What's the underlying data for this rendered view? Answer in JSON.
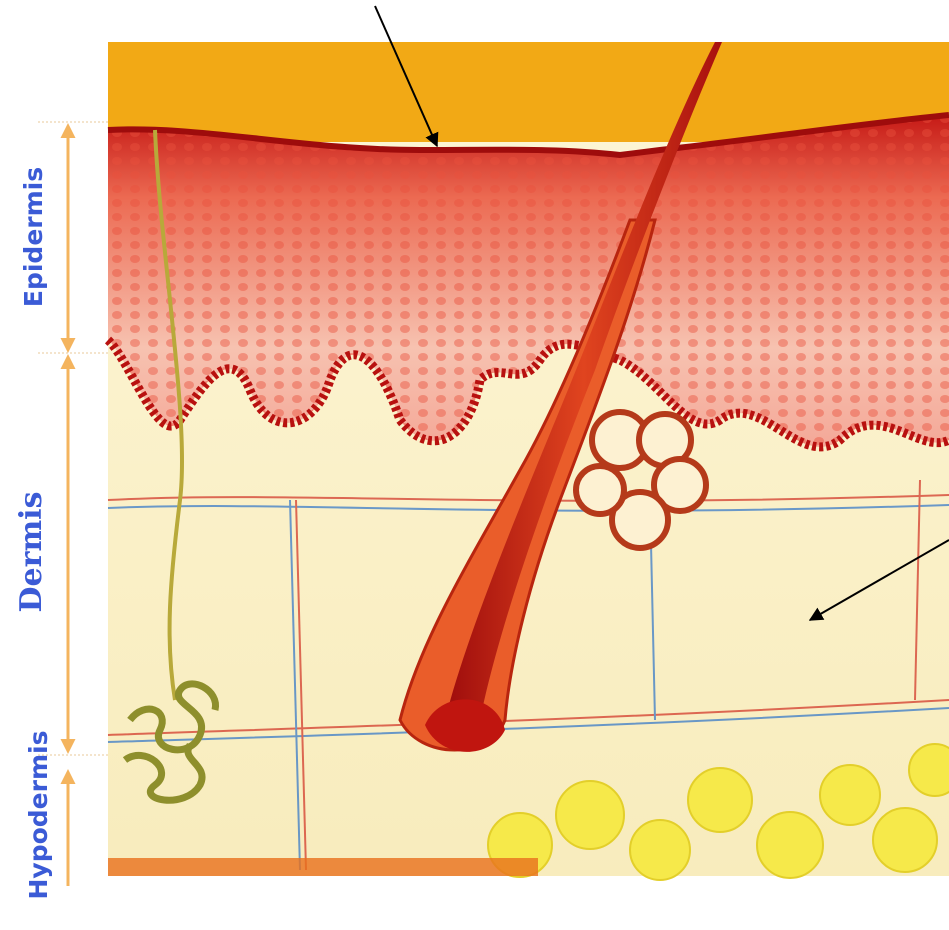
{
  "labels": {
    "epidermis": "Epidermis",
    "dermis": "Dermis",
    "hypodermis": "Hypodermis"
  },
  "colors": {
    "label_text": "#3b5bd6",
    "bracket_arrow": "#f4b45e",
    "background_top": "#f2a915",
    "epidermis_red": "#d9221e",
    "dermis_cream": "#fbf2c4",
    "fat_yellow": "#f6e94a",
    "pointer_arrow": "#000000"
  }
}
